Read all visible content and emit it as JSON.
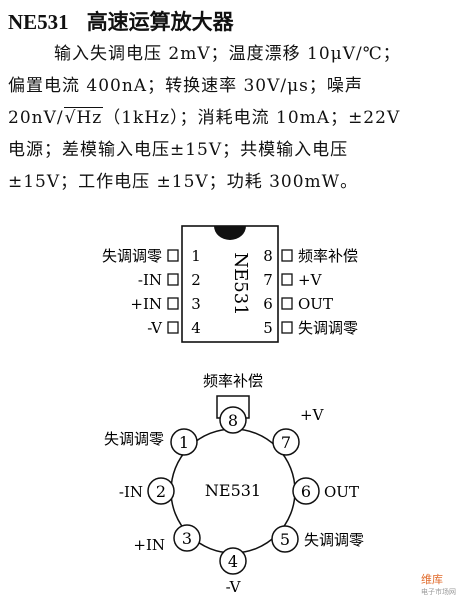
{
  "title": {
    "part_no": "NE531",
    "name": "高速运算放大器"
  },
  "specs": {
    "line1": "输入失调电压 2mV；温度漂移 10μV/℃；",
    "line2": "偏置电流 400nA；转换速率 30V/μs；噪声",
    "line3_pre": "20nV/",
    "line3_sqrt": "Hz",
    "line3_post": "（1kHz）；消耗电流 10mA；±22V",
    "line4": "电源；差模输入电压±15V；共模输入电压",
    "line5": "±15V；工作电压 ±15V；功耗 300mW。"
  },
  "dip_package": {
    "chip_label": "NE531",
    "left_pins": [
      {
        "num": "1",
        "label": "失调调零"
      },
      {
        "num": "2",
        "label": "-IN"
      },
      {
        "num": "3",
        "label": "+IN"
      },
      {
        "num": "4",
        "label": "-V"
      }
    ],
    "right_pins": [
      {
        "num": "8",
        "label": "频率补偿"
      },
      {
        "num": "7",
        "label": "+V"
      },
      {
        "num": "6",
        "label": "OUT"
      },
      {
        "num": "5",
        "label": "失调调零"
      }
    ]
  },
  "can_package": {
    "chip_label": "NE531",
    "pins": [
      {
        "num": "8",
        "label": "频率补偿"
      },
      {
        "num": "7",
        "label": "+V"
      },
      {
        "num": "6",
        "label": "OUT"
      },
      {
        "num": "5",
        "label": "失调调零"
      },
      {
        "num": "4",
        "label": "-V"
      },
      {
        "num": "3",
        "label": "+IN"
      },
      {
        "num": "2",
        "label": "-IN"
      },
      {
        "num": "1",
        "label": "失调调零"
      }
    ]
  },
  "watermark": {
    "brand": "维库",
    "sub": "电子市场网"
  }
}
